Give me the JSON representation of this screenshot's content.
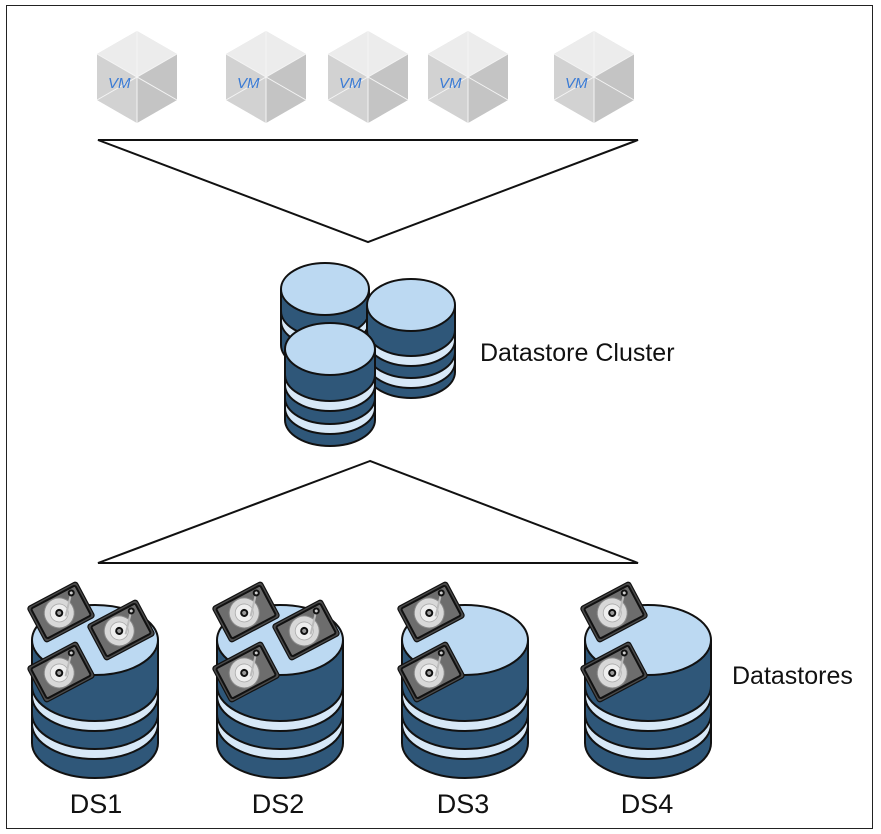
{
  "labels": {
    "cluster": "Datastore Cluster",
    "datastores": "Datastores",
    "vm_badge": "VM"
  },
  "vms": [
    {
      "name": "VM"
    },
    {
      "name": "VM"
    },
    {
      "name": "VM"
    },
    {
      "name": "VM"
    },
    {
      "name": "VM"
    }
  ],
  "datastores": [
    {
      "name": "DS1",
      "disk_count": 3
    },
    {
      "name": "DS2",
      "disk_count": 3
    },
    {
      "name": "DS3",
      "disk_count": 2
    },
    {
      "name": "DS4",
      "disk_count": 2
    }
  ],
  "colors": {
    "disk_top": "#bcd9f2",
    "disk_body": "#2f5779",
    "disk_band": "#d7e8f7",
    "outline": "#111111",
    "cube_light": "#e6e6e6",
    "cube_mid": "#cfcfcf",
    "cube_dark": "#b8b8b8",
    "vm_text": "#3a7bd5"
  },
  "icons": [
    "vm-cube-icon",
    "database-cylinder-icon",
    "hard-drive-icon"
  ]
}
